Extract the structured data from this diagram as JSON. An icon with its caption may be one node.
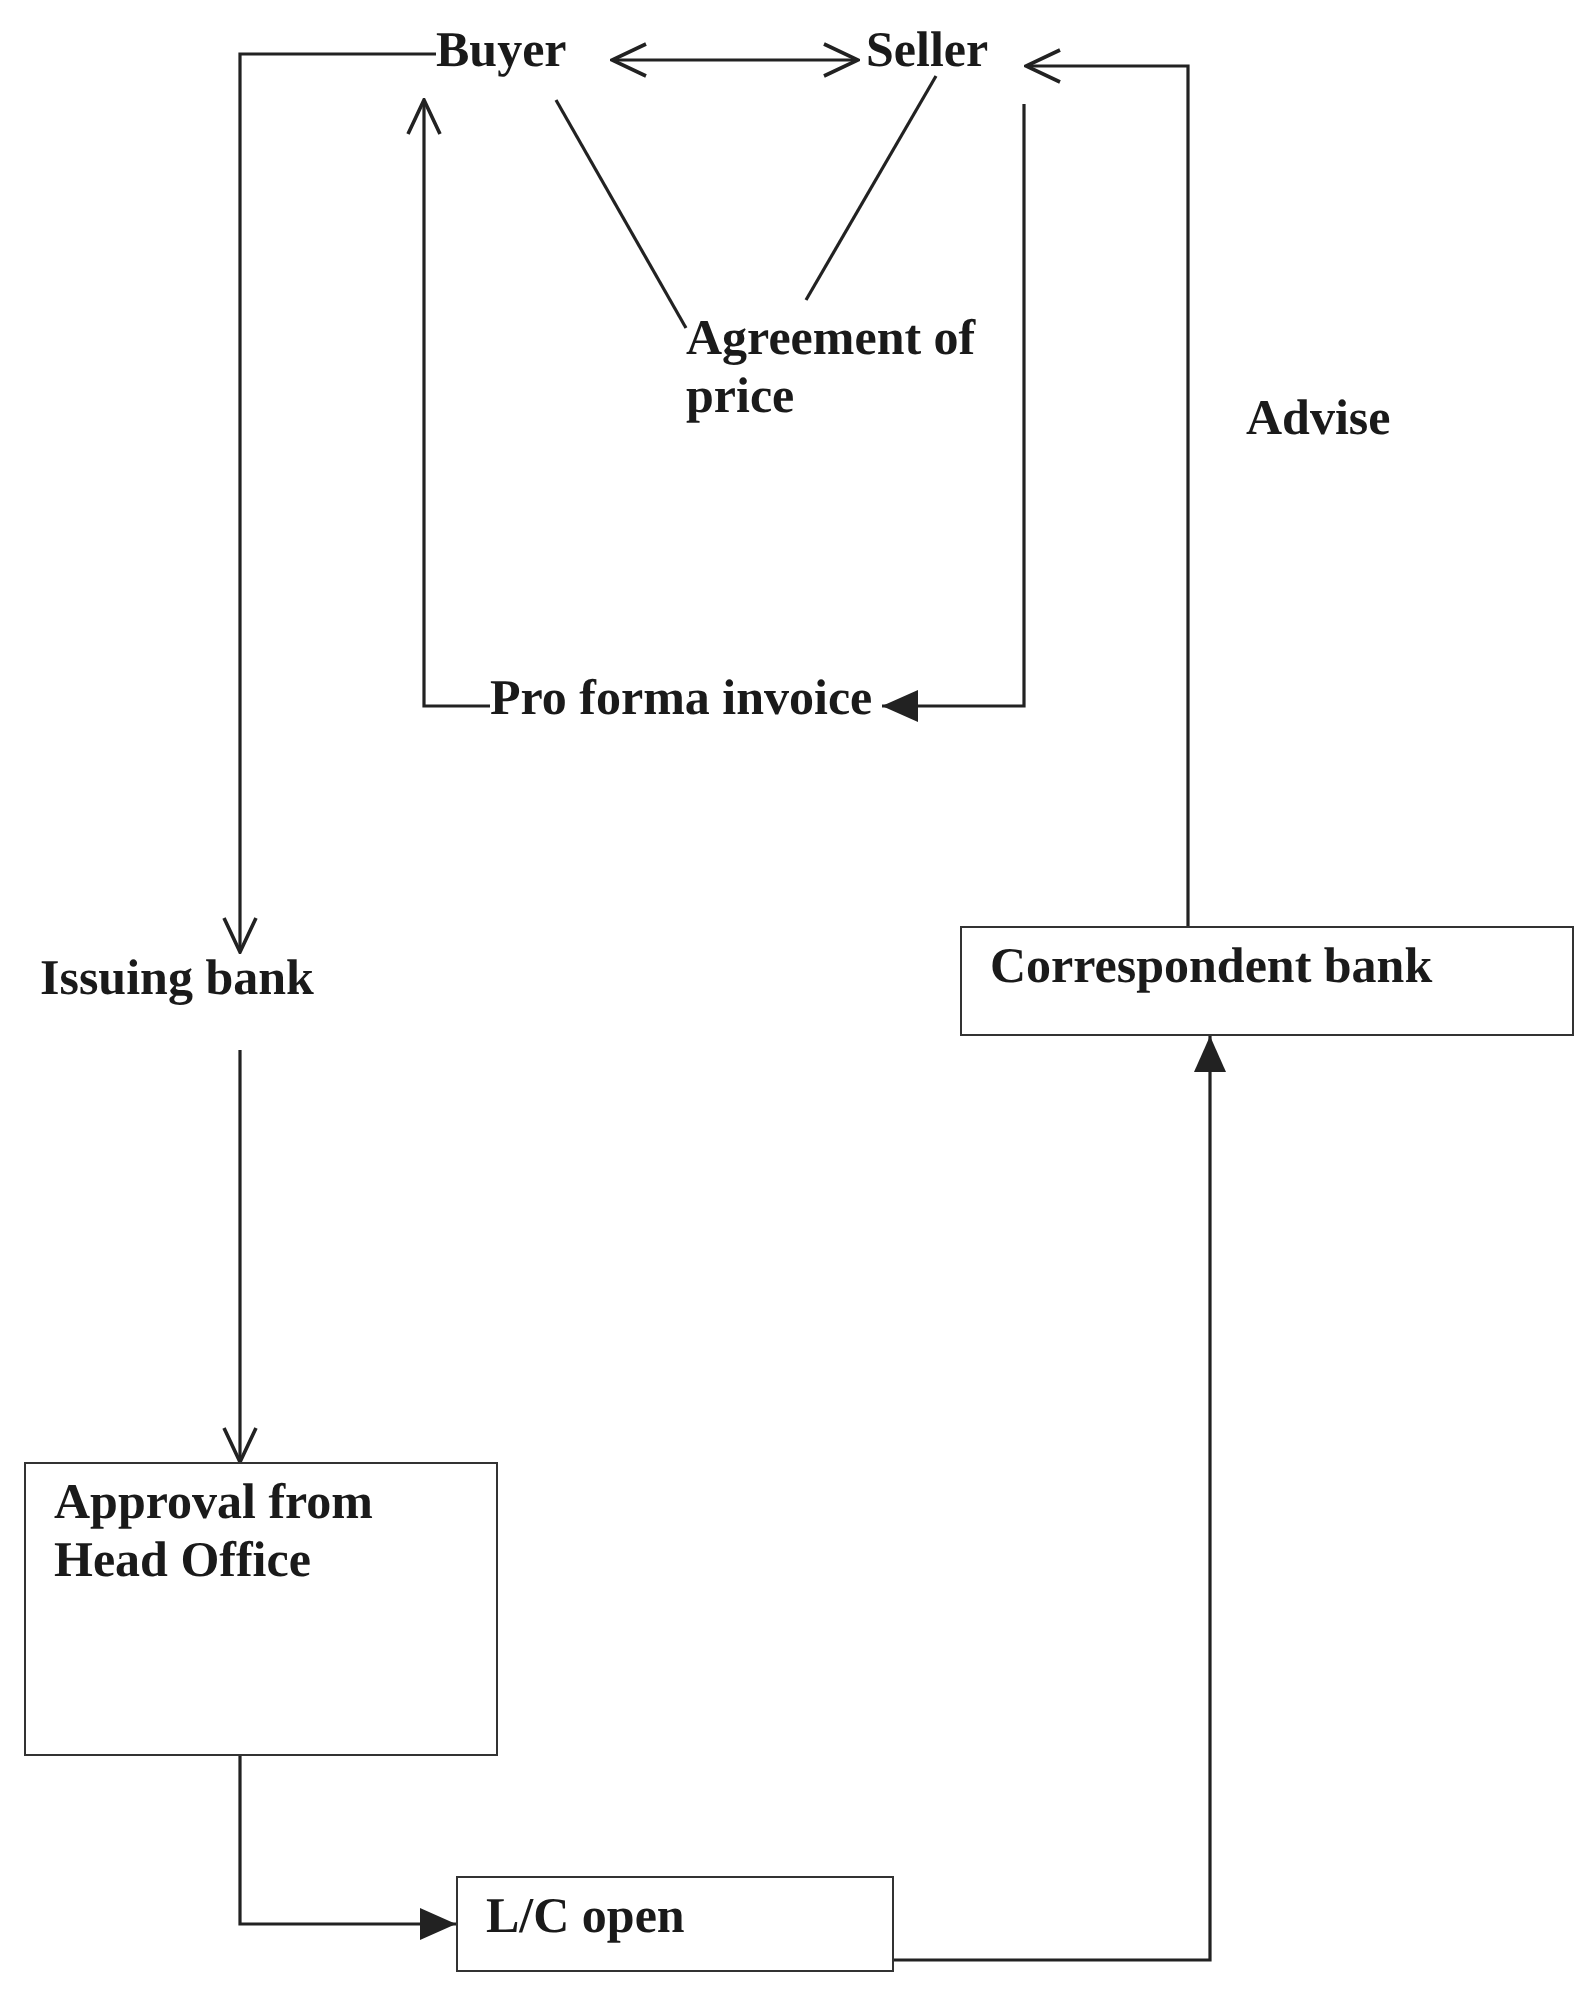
{
  "diagram": {
    "nodes": [
      {
        "text": [
          "Buyer"
        ]
      },
      {
        "text": [
          "Seller"
        ]
      },
      {
        "text": [
          "Agreement of price"
        ]
      },
      {
        "text": [
          "Pro forma invoice"
        ]
      },
      {
        "text": [
          "Issuing bank"
        ]
      },
      {
        "text": [
          "Correspondent bank"
        ]
      },
      {
        "text": [
          "Approval from Head Office"
        ]
      },
      {
        "text": [
          "L/C open"
        ]
      }
    ],
    "edges": [
      {
        "from": 0,
        "to": 1,
        "arrow": "both"
      },
      {
        "from": 0,
        "to": 2,
        "arrow": "none"
      },
      {
        "from": 1,
        "to": 2,
        "arrow": "none"
      },
      {
        "from": 1,
        "to": 3,
        "arrow": "to"
      },
      {
        "from": 3,
        "to": 0,
        "arrow": "to"
      },
      {
        "from": 0,
        "to": 4,
        "arrow": "to"
      },
      {
        "from": 4,
        "to": 6,
        "arrow": "to"
      },
      {
        "from": 6,
        "to": 7,
        "arrow": "to"
      },
      {
        "from": 7,
        "to": 5,
        "arrow": "to"
      },
      {
        "from": 5,
        "to": 1,
        "arrow": "to",
        "label": "Advise"
      }
    ]
  }
}
